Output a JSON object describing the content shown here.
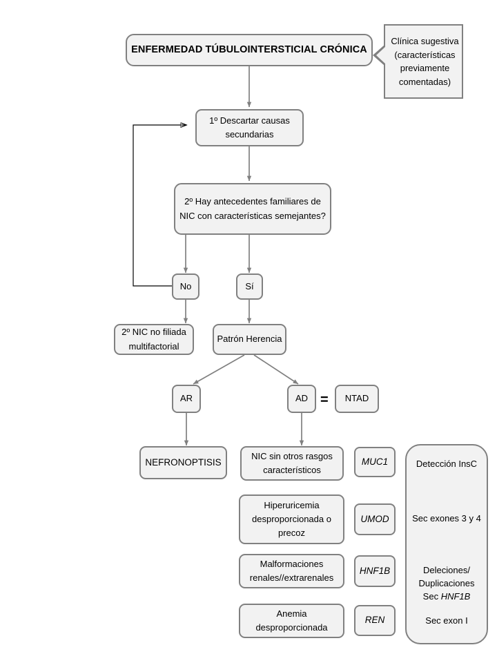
{
  "diagram": {
    "title_node": {
      "label": "ENFERMEDAD TÚBULOINTERSTICIAL CRÓNICA"
    },
    "callout": {
      "label": "Clínica sugestiva (características previamente comentadas)"
    },
    "step1": {
      "label": "1º Descartar causas secundarias"
    },
    "step2": {
      "label": "2º  Hay antecedentes familiares de NIC con características semejantes?"
    },
    "branch_no": {
      "label": "No"
    },
    "branch_yes": {
      "label": "Sí"
    },
    "outcome_no": {
      "label": "2º NIC no filiada multifactorial"
    },
    "outcome_yes": {
      "label": "Patrón Herencia"
    },
    "inherit_ar": {
      "label": "AR"
    },
    "inherit_ad": {
      "label": "AD"
    },
    "equals_sign": {
      "label": "="
    },
    "ntad": {
      "label": "NTAD"
    },
    "nefronoptisis": {
      "label": "NEFRONOPTISIS"
    },
    "features": [
      {
        "label": "NIC sin otros rasgos característicos",
        "gene": "MUC1"
      },
      {
        "label": "Hiperuricemia desproporcionada o precoz",
        "gene": "UMOD"
      },
      {
        "label": "Malformaciones renales//extrarenales",
        "gene": "HNF1B"
      },
      {
        "label": "Anemia desproporcionada",
        "gene": "REN"
      }
    ],
    "detection_panel": {
      "lines": [
        {
          "text": "Detección InsC",
          "italic_part": ""
        },
        {
          "text": "Sec exones 3 y 4",
          "italic_part": ""
        },
        {
          "text": "Deleciones/ Duplicaciones Sec HNF1B",
          "italic_part": "HNF1B"
        },
        {
          "text": "Sec exon I",
          "italic_part": ""
        }
      ]
    },
    "colors": {
      "box_fill": "#f2f2f2",
      "box_border": "#808080",
      "arrow": "#808080",
      "feedback_line": "#000000",
      "text": "#000000",
      "background": "#ffffff"
    }
  }
}
